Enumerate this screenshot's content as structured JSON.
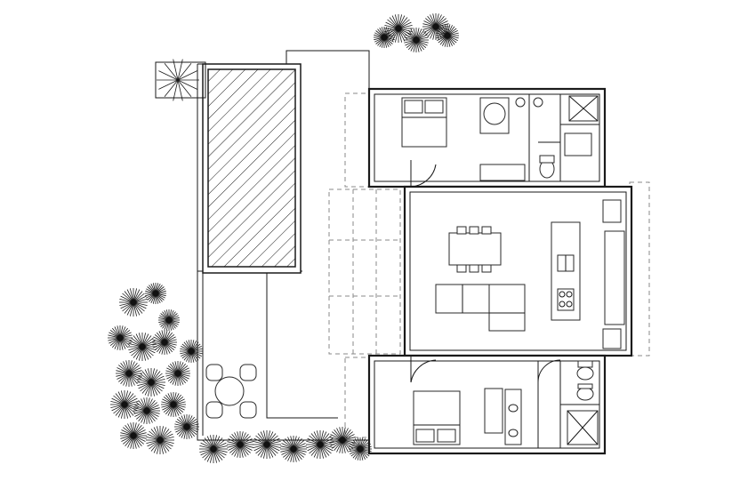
{
  "plan": {
    "colors": {
      "line": "#1a1a1a",
      "dashed": "#8a8a8a",
      "background": "#ffffff"
    },
    "features": [
      "pool",
      "terrace",
      "living-room",
      "dining-table",
      "sofa",
      "kitchen-island",
      "bedroom-north",
      "bedroom-south",
      "bathroom-north",
      "bathroom-south",
      "outdoor-dining-set",
      "palm-tree",
      "shrubs"
    ]
  }
}
